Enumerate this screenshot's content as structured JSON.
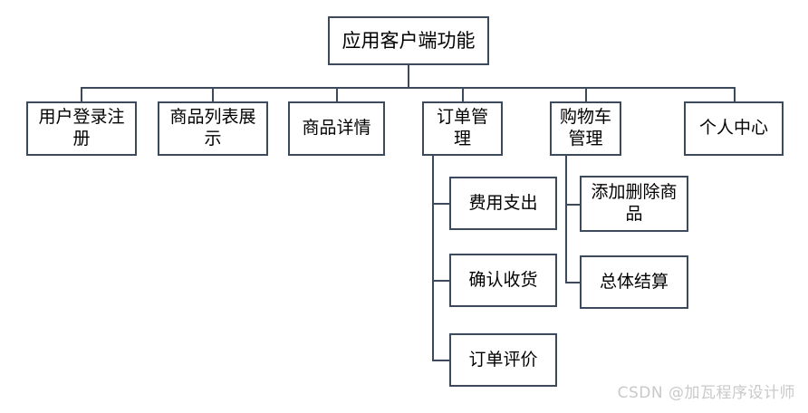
{
  "diagram": {
    "type": "tree",
    "title": "应用客户端功能",
    "root": {
      "id": "root",
      "label": "应用客户端功能"
    },
    "level2": [
      {
        "id": "login",
        "label": "用户登录注册"
      },
      {
        "id": "goodlist",
        "label": "商品列表展示"
      },
      {
        "id": "detail",
        "label": "商品详情"
      },
      {
        "id": "order",
        "label": "订单管理"
      },
      {
        "id": "cart",
        "label": "购物车管理"
      },
      {
        "id": "profile",
        "label": "个人中心"
      }
    ],
    "order_children": [
      {
        "id": "pay",
        "label": "费用支出"
      },
      {
        "id": "receive",
        "label": "确认收货"
      },
      {
        "id": "review",
        "label": "订单评价"
      }
    ],
    "cart_children": [
      {
        "id": "addremove",
        "label": "添加删除商品"
      },
      {
        "id": "checkout",
        "label": "总体结算"
      }
    ]
  },
  "watermark": {
    "text": "CSDN @加瓦程序设计师"
  },
  "colors": {
    "border": "#3d4a5c",
    "fill": "#ffffff",
    "text": "#000000",
    "watermark": "#c9c9c9",
    "background": "#ffffff"
  }
}
